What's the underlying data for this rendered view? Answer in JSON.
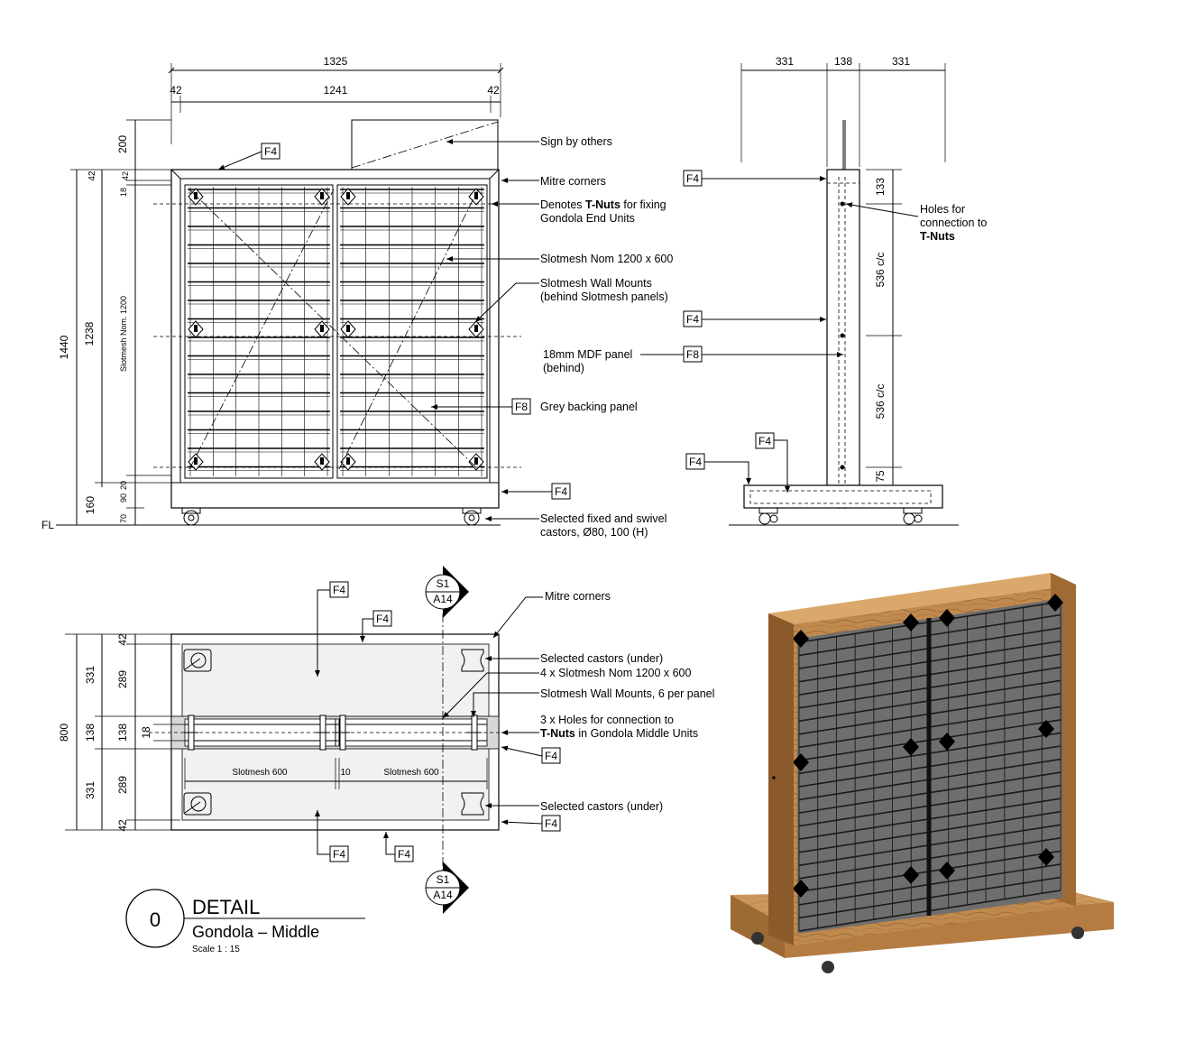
{
  "front": {
    "dims": {
      "overall_width": "1325",
      "inner_width": "1241",
      "left_frame": "42",
      "right_frame": "42",
      "sign": "200",
      "top_frame": "42",
      "top_gap": "18",
      "height_total": "1440",
      "height_frame": "1238",
      "slotmesh_height": "Slotmesh Nom. 1200",
      "bottom_gap": "20",
      "base_height": "160",
      "base_90": "90",
      "base_70": "70",
      "floor_level": "FL"
    },
    "callouts": {
      "sign": "Sign by others",
      "mitre": "Mitre corners",
      "tnuts_a": "Denotes ",
      "tnuts_b": "T-Nuts",
      "tnuts_c": " for fixing",
      "tnuts_d": "Gondola End Units",
      "slotmesh": "Slotmesh Nom 1200 x 600",
      "mounts_1": "Slotmesh Wall Mounts",
      "mounts_2": "(behind Slotmesh panels)",
      "backing": "Grey backing panel",
      "castors_1": "Selected fixed and swivel",
      "castors_2": "castors, Ø80, 100 (H)"
    },
    "tags": {
      "f4_top": "F4",
      "f8": "F8",
      "f4_base": "F4"
    }
  },
  "side": {
    "dims": {
      "left": "331",
      "mid": "138",
      "right": "331",
      "top": "133",
      "cc1": "536 c/c",
      "cc2": "536 c/c",
      "bottom": "75"
    },
    "callouts": {
      "holes_1": "Holes for",
      "holes_2": "connection to",
      "holes_3": "T-Nuts",
      "mdf_1": "18mm MDF panel",
      "mdf_2": "(behind)"
    },
    "tags": {
      "f4_a": "F4",
      "f4_b": "F4",
      "f8": "F8",
      "f4_c": "F4",
      "f4_d": "F4"
    }
  },
  "plan": {
    "dims": {
      "total": "800",
      "top_331": "331",
      "mid_138": "138",
      "bot_331": "331",
      "top_42": "42",
      "top_289": "289",
      "mid_138b": "138",
      "mid_18": "18",
      "bot_289": "289",
      "bot_42": "42",
      "slot_left": "Slotmesh 600",
      "gap": "10",
      "slot_right": "Slotmesh 600"
    },
    "section_top": {
      "a": "S1",
      "b": "A14"
    },
    "section_bottom": {
      "a": "S1",
      "b": "A14"
    },
    "callouts": {
      "mitre": "Mitre corners",
      "castors_top": "Selected castors (under)",
      "slotmesh": "4 x Slotmesh Nom 1200 x 600",
      "mounts": "Slotmesh Wall Mounts, 6 per panel",
      "holes_1": "3 x Holes for connection to",
      "holes_2b": "T-Nuts",
      "holes_2c": " in Gondola Middle Units",
      "castors_bottom": "Selected castors (under)"
    },
    "tags": {
      "f4_1": "F4",
      "f4_2": "F4",
      "f4_3": "F4",
      "f4_4": "F4",
      "f4_5": "F4",
      "f4_6": "F4"
    }
  },
  "title_block": {
    "number": "0",
    "title": "DETAIL",
    "subtitle": "Gondola – Middle",
    "scale": "Scale  1 : 15"
  },
  "colors": {
    "wood": "#b8864e",
    "wood_dark": "#8a5a2b",
    "mesh_grey": "#6e6e6e",
    "backing_grey": "#d8d8d8"
  }
}
